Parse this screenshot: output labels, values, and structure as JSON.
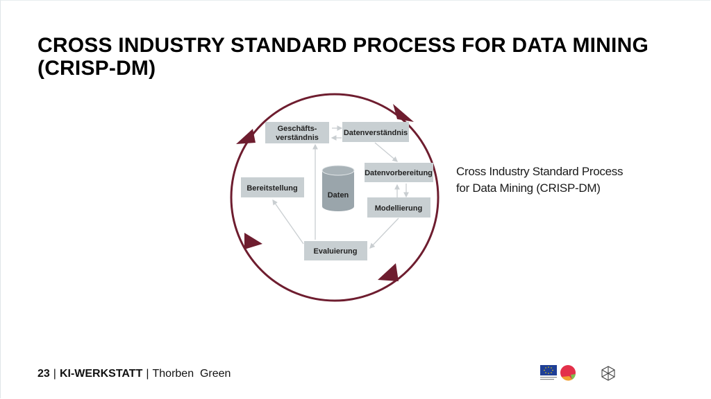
{
  "slide": {
    "title": "CROSS INDUSTRY STANDARD PROCESS FOR DATA MINING (CRISP-DM)",
    "caption_line1": "Cross Industry Standard Process",
    "caption_line2": "for Data Mining (CRISP-DM)"
  },
  "diagram": {
    "center": "Daten",
    "phases": {
      "business": [
        "Geschäfts-",
        "verständnis"
      ],
      "data_understanding": "Datenverständnis",
      "data_preparation": "Datenvorbereitung",
      "modeling": "Modellierung",
      "evaluation": "Evaluierung",
      "deployment": "Bereitstellung"
    },
    "colors": {
      "cycle": "#6e1d2f",
      "box": "#c8cfd2",
      "cylinder": "#9aa5ab",
      "arrows": "#c9ced1"
    }
  },
  "footer": {
    "page_number": "23",
    "separator": "|",
    "org": "KI-WERKSTATT",
    "author": "Thorben  Green"
  },
  "logos": [
    "eu-flag-logo",
    "partner-logo",
    "cube-logo"
  ]
}
